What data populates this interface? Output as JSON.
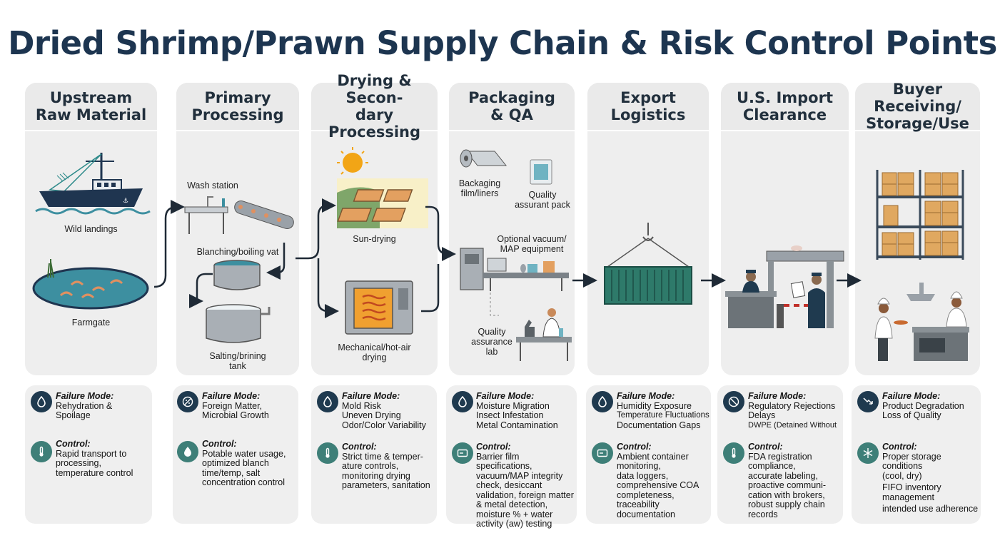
{
  "title": "Dried Shrimp/Prawn Supply Chain & Risk Control Points",
  "stages": [
    {
      "heading": [
        "Upstream",
        "Raw Material"
      ],
      "labels": [
        "Wild landings",
        "Farmgate"
      ],
      "failure_heading": "Failure Mode:",
      "failure_lines": [
        "Rehydration &",
        "Spoilage"
      ],
      "control_heading": "Control:",
      "control_lines": [
        "Rapid transport to",
        "processing,",
        "temperature control"
      ],
      "failure_icon": "droplet-icon",
      "control_icon": "thermometer-icon"
    },
    {
      "heading": [
        "Primary",
        "Processing"
      ],
      "labels": [
        "Wash station",
        "Blanching/boiling vat",
        "Salting/brining",
        "tank"
      ],
      "failure_heading": "Failure Mode:",
      "failure_lines": [
        "Foreign Matter,",
        "Microbial Growth"
      ],
      "control_heading": "Control:",
      "control_lines": [
        "Potable water usage,",
        "optimized blanch",
        "time/temp, salt",
        "concentration control"
      ],
      "failure_icon": "bacteria-icon",
      "control_icon": "droplet-icon"
    },
    {
      "heading": [
        "Drying & Secon-",
        "dary Processing"
      ],
      "labels": [
        "Sun-drying",
        "Mechanical/hot-air",
        "drying"
      ],
      "failure_heading": "Failure Mode:",
      "failure_lines": [
        "Mold Risk",
        "Uneven Drying",
        "Odor/Color Variability"
      ],
      "control_heading": "Control:",
      "control_lines": [
        "Strict time & temper-",
        "ature controls,",
        "monitoring drying",
        "parameters, sanitation"
      ],
      "failure_icon": "droplet-icon",
      "control_icon": "thermometer-icon"
    },
    {
      "heading": [
        "Packaging",
        "& QA"
      ],
      "labels": [
        "Backaging",
        "film/liners",
        "Quality",
        "assurant pack",
        "Optional vacuum/",
        "MAP equipment",
        "Quality",
        "assurance",
        "lab"
      ],
      "failure_heading": "Failure Mode:",
      "failure_lines": [
        "Moisture Migration",
        "Insect Infestation",
        "Metal Contamination"
      ],
      "control_heading": "Control:",
      "control_lines": [
        "Barrier film specifications,",
        "vacuum/MAP integrity",
        "check, desiccant",
        "validation, foreign matter",
        "& metal detection,",
        "moisture % + water",
        "activity (aw) testing"
      ],
      "failure_icon": "droplet-icon",
      "control_icon": "meter-icon"
    },
    {
      "heading": [
        "Export",
        "Logistics"
      ],
      "labels": [],
      "failure_heading": "Failure Mode:",
      "failure_lines": [
        "Humidity Exposure",
        "Temperature Fluctuations",
        "Documentation Gaps"
      ],
      "control_heading": "Control:",
      "control_lines": [
        "Ambient container",
        "monitoring,",
        "data loggers,",
        "comprehensive COA",
        "completeness,",
        "traceability",
        "documentation"
      ],
      "failure_icon": "droplet-icon",
      "control_icon": "meter-icon"
    },
    {
      "heading": [
        "U.S. Import",
        "Clearance"
      ],
      "labels": [],
      "failure_heading": "Failure Mode:",
      "failure_lines": [
        "Regulatory Rejections",
        "Delays",
        "DWPE (Detained Without"
      ],
      "control_heading": "Control:",
      "control_lines": [
        "FDA registration",
        "compliance,",
        "accurate labeling,",
        "proactive communi-",
        "cation with brokers,",
        "robust supply chain",
        "records"
      ],
      "failure_icon": "no-entry-icon",
      "control_icon": "thermometer-icon"
    },
    {
      "heading": [
        "Buyer Receiving/",
        "Storage/Use"
      ],
      "labels": [],
      "failure_heading": "Failure Mode:",
      "failure_lines": [
        "Product Degradation",
        "Loss of Quality"
      ],
      "control_heading": "Control:",
      "control_lines": [
        "Proper storage conditions",
        "(cool, dry)",
        "FIFO inventory",
        "management",
        "intended use adherence"
      ],
      "failure_icon": "degradation-icon",
      "control_icon": "snowflake-icon"
    }
  ],
  "colors": {
    "title": "#1d3550",
    "panel": "#eeeeee",
    "icon_circle": "#1f3a4f",
    "water": "#3d8fa0",
    "container": "#2e7a6a",
    "arrow": "#1f2a36"
  }
}
